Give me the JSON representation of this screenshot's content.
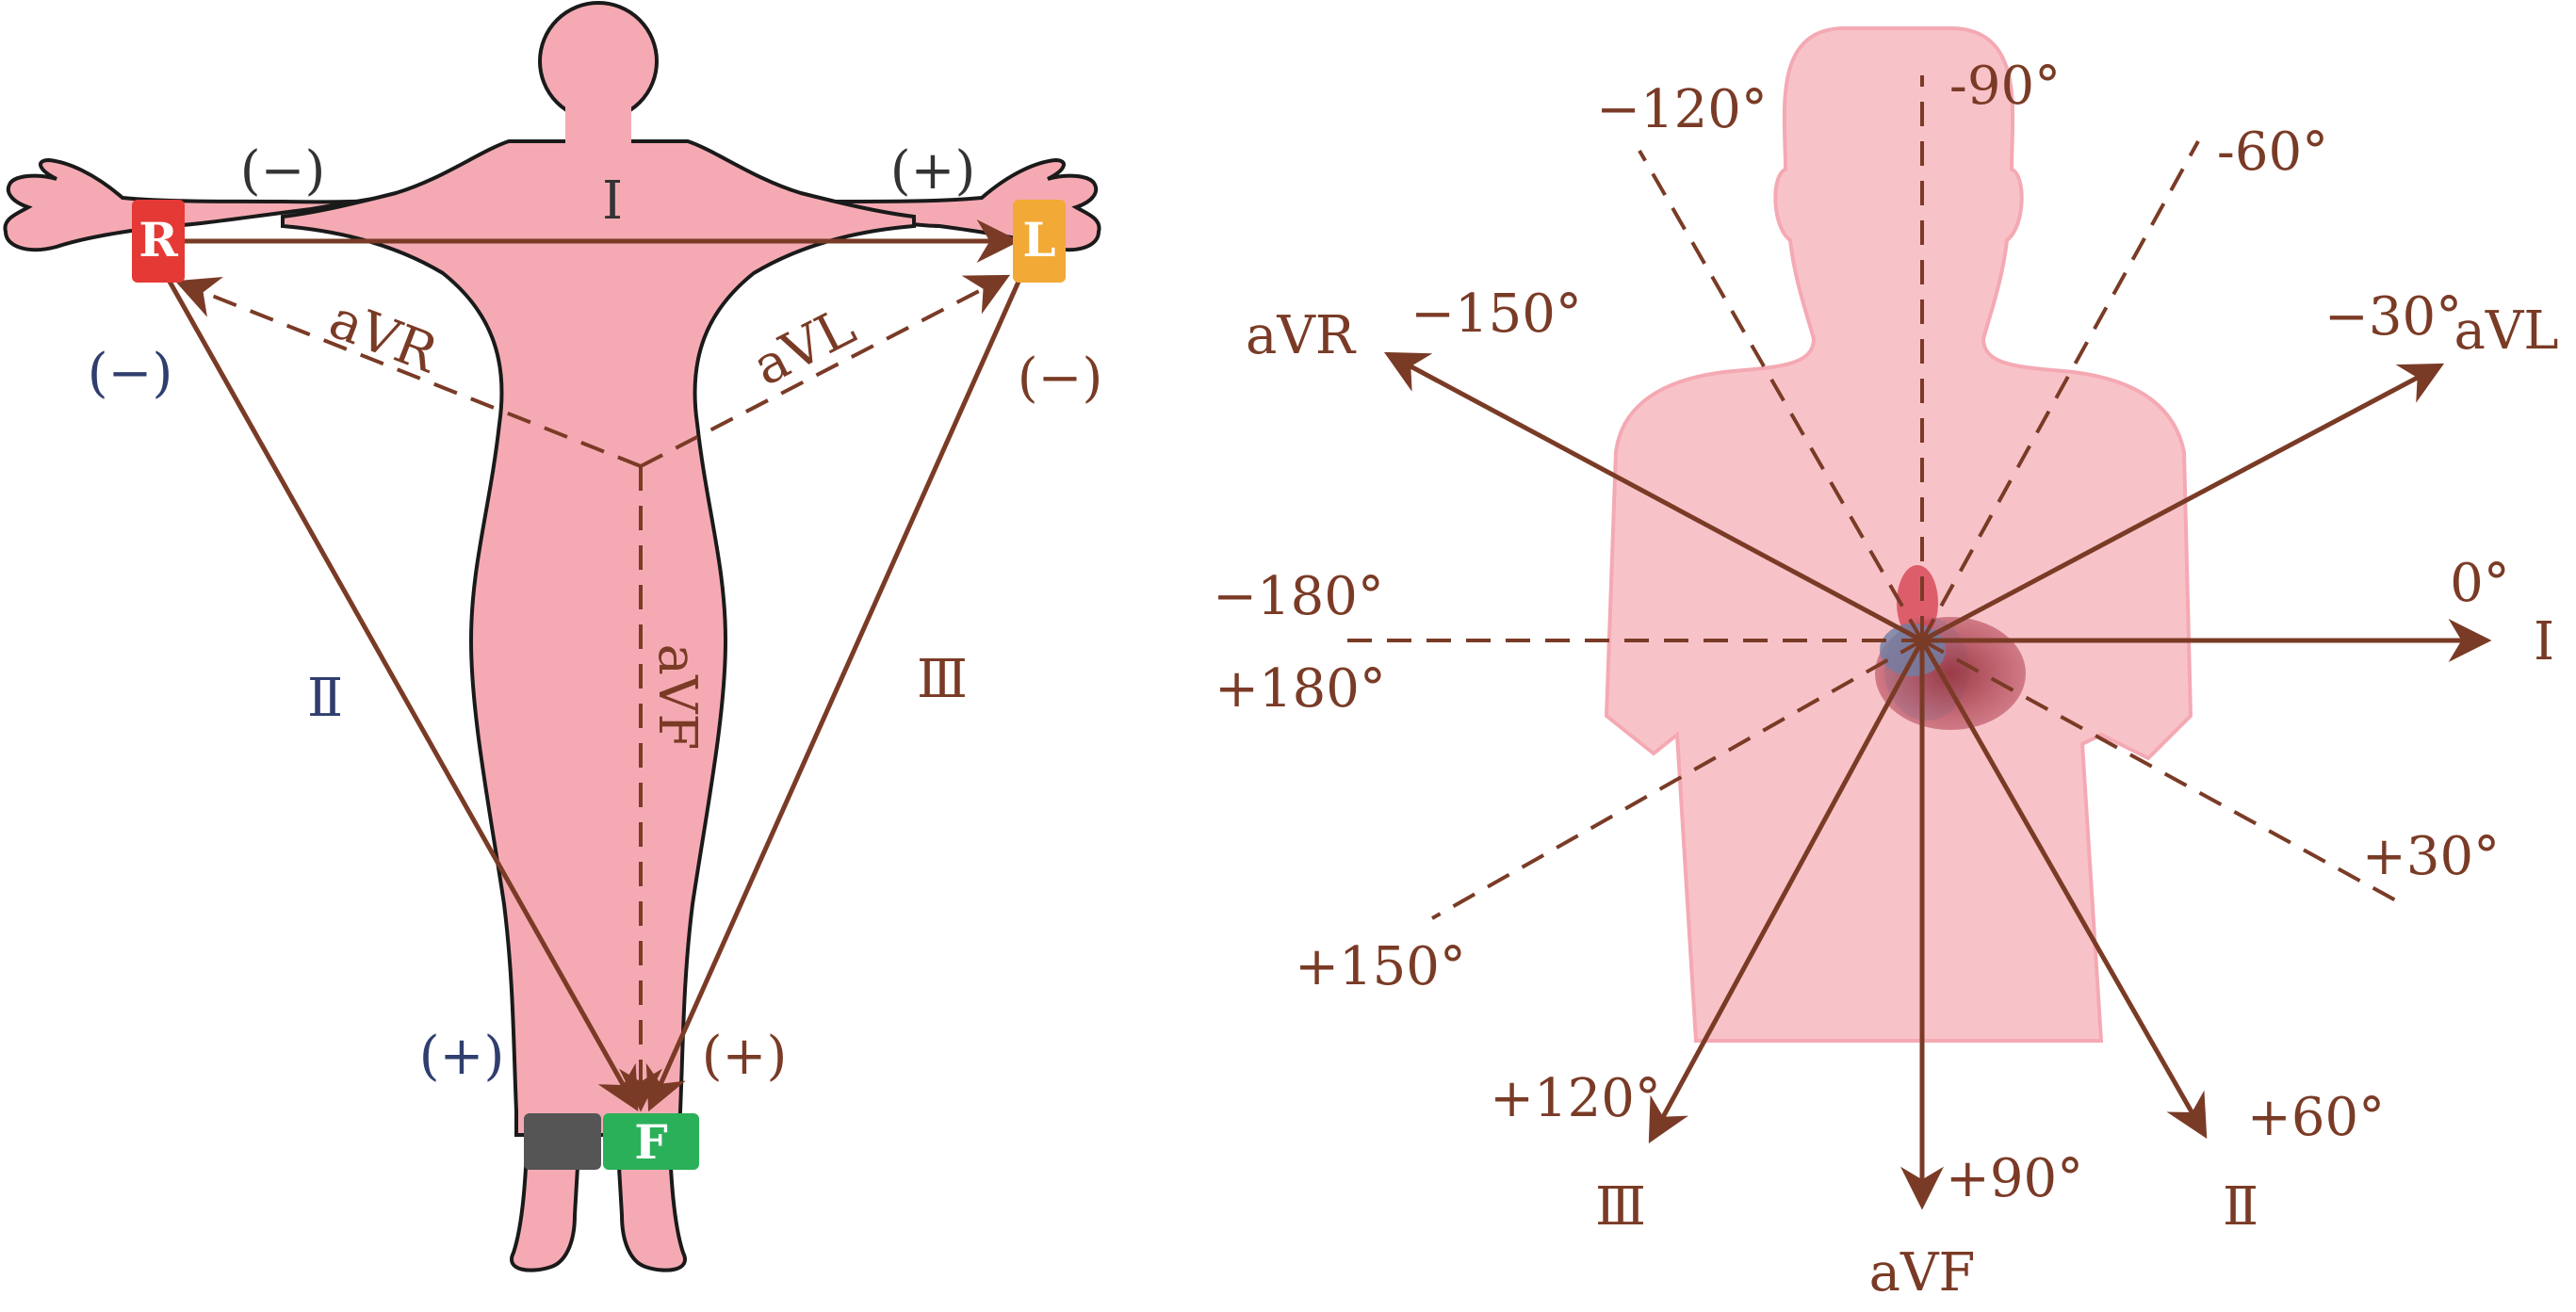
{
  "colors": {
    "lead_line": "#7a3b26",
    "body_fill": "#f5aab3",
    "torso_fill": "#f8c3c8",
    "electrode_R": "#e53935",
    "electrode_L": "#f3a935",
    "electrode_F": "#2bb05a",
    "electrode_ground": "#555555"
  },
  "left_figure": {
    "electrodes": {
      "R": "R",
      "L": "L",
      "F": "F"
    },
    "leads": {
      "I": "Ⅰ",
      "II": "Ⅱ",
      "III": "Ⅲ",
      "aVR": "aVR",
      "aVL": "aVL",
      "aVF": "aVF"
    },
    "polarity": {
      "I_neg": "(−)",
      "I_pos": "(+)",
      "II_neg": "(−)",
      "II_pos": "(+)",
      "III_neg": "(−)",
      "III_pos": "(+)"
    }
  },
  "right_figure": {
    "axis_leads": {
      "I": "Ⅰ",
      "II": "Ⅱ",
      "III": "Ⅲ",
      "aVR": "aVR",
      "aVL": "aVL",
      "aVF": "aVF"
    },
    "angles": {
      "a0": "0°",
      "a_m30": "−30°",
      "a_m60": "-60°",
      "a_m90": "-90°",
      "a_m120": "−120°",
      "a_m150": "−150°",
      "a_m180": "−180°",
      "a_p180": "+180°",
      "a_p30": "+30°",
      "a_p60": "+60°",
      "a_p90": "+90°",
      "a_p120": "+120°",
      "a_p150": "+150°"
    }
  }
}
